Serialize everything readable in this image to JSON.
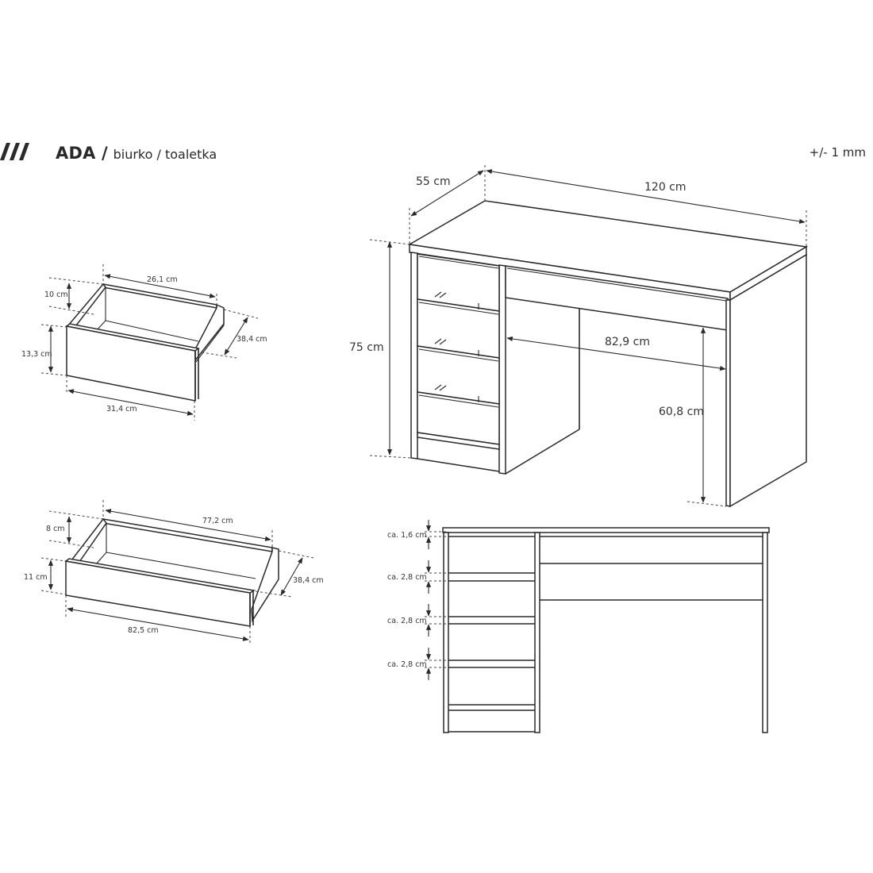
{
  "header": {
    "logo_icon": "triple-slash-logo",
    "product_name": "ADA /",
    "subtitle": "biurko / toaletka",
    "tolerance": "+/- 1 mm"
  },
  "small_drawer": {
    "depth_top": "26,1 cm",
    "inner_height": "10 cm",
    "front_height": "13,3 cm",
    "side_length": "38,4 cm",
    "front_width": "31,4 cm"
  },
  "large_drawer": {
    "depth_top": "77,2 cm",
    "inner_height": "8 cm",
    "front_height": "11 cm",
    "side_length": "38,4 cm",
    "front_width": "82,5 cm"
  },
  "desk_iso": {
    "depth": "55 cm",
    "width": "120 cm",
    "height": "75 cm",
    "knee_width": "82,9 cm",
    "knee_height": "60,8 cm"
  },
  "front_elevation": {
    "gaps": [
      {
        "label": "ca. 1,6 cm"
      },
      {
        "label": "ca. 2,8 cm"
      },
      {
        "label": "ca. 2,8 cm"
      },
      {
        "label": "ca. 2,8 cm"
      }
    ]
  },
  "colors": {
    "line": "#2a2a2a",
    "background": "#ffffff"
  }
}
